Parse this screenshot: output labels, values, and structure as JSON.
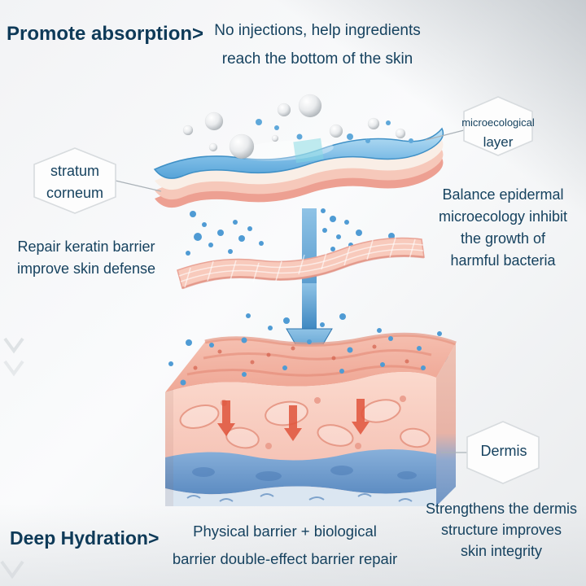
{
  "meta": {
    "type": "skincare-skin-layer-infographic"
  },
  "colors": {
    "text": "#16425f",
    "heading": "#0e3a58",
    "arrow_blue": "#3c86c0",
    "surface_layer_blue": "#6fb5e2",
    "layer_pink": "#f2b4a5",
    "dermis_blue": "#5d8cc2",
    "accent_red": "#e0543b",
    "hexagon_stroke": "#d7dbde"
  },
  "headings": {
    "promote_absorption": "Promote absorption>",
    "deep_hydration": "Deep Hydration>"
  },
  "captions": {
    "no_injections": [
      "No injections, help ingredients",
      "reach the bottom of the skin"
    ],
    "repair": [
      "Repair keratin barrier",
      "improve skin defense"
    ],
    "balance": [
      "Balance epidermal",
      "microecology inhibit",
      "the growth of",
      "harmful bacteria"
    ],
    "strengthens": [
      "Strengthens the dermis",
      "structure improves",
      "skin integrity"
    ],
    "physical": [
      "Physical barrier + biological",
      "barrier double-effect barrier repair"
    ]
  },
  "labels": {
    "stratum_corneum": [
      "stratum",
      "corneum"
    ],
    "microecological_layer": [
      "microecological",
      "layer"
    ],
    "dermis": "Dermis"
  }
}
